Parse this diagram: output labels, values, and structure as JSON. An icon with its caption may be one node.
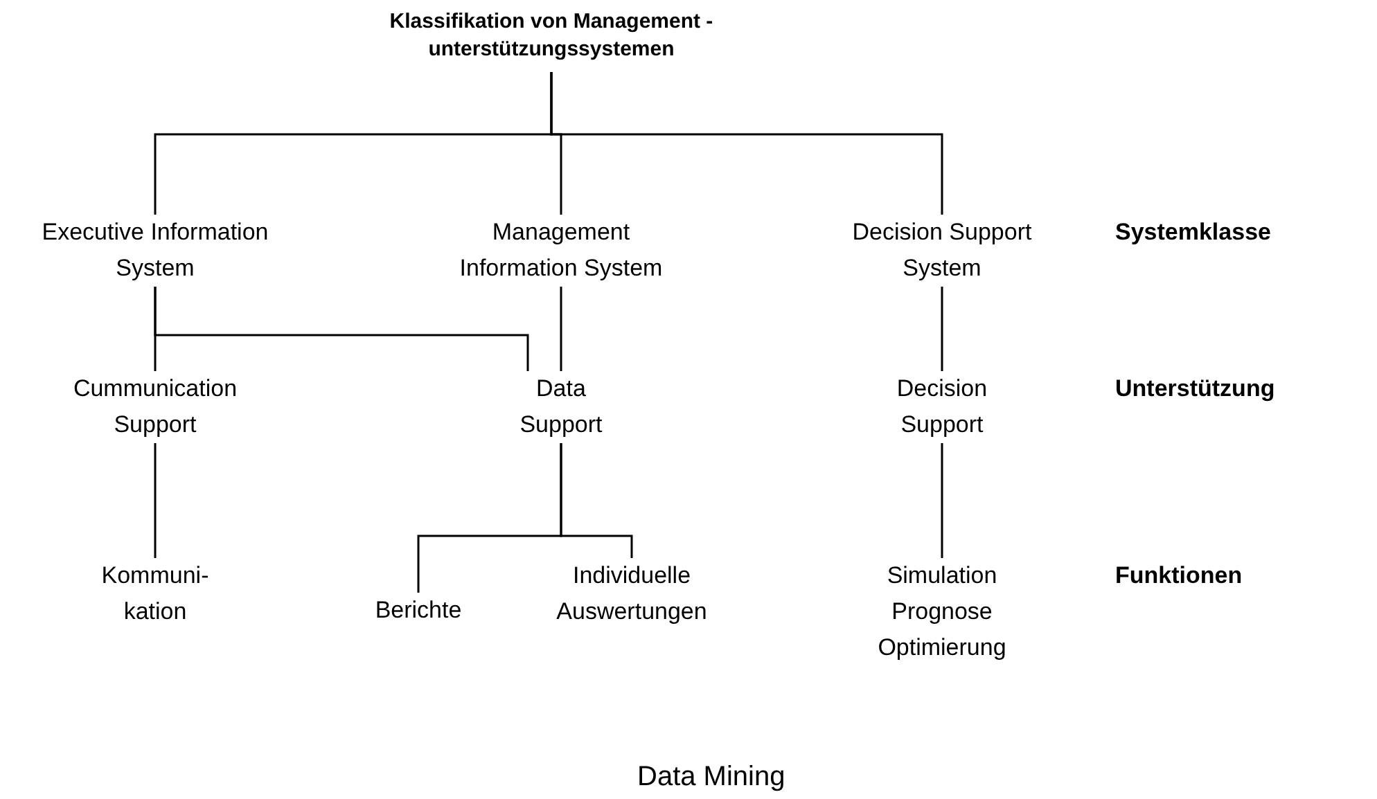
{
  "diagram": {
    "nodes": [
      {
        "text": [
          "Klassifikation von Management - unterstützungssystemen"
        ]
      },
      {
        "text": [
          "Executive Information System"
        ]
      },
      {
        "text": [
          "Management Information System"
        ]
      },
      {
        "text": [
          "Decision Support System"
        ]
      },
      {
        "text": [
          "Cummunication Support"
        ]
      },
      {
        "text": [
          "Data Support"
        ]
      },
      {
        "text": [
          "Decision Support"
        ]
      },
      {
        "text": [
          "Kommuni- kation"
        ]
      },
      {
        "text": [
          "Berichte"
        ]
      },
      {
        "text": [
          "Individuelle Auswertungen"
        ]
      },
      {
        "text": [
          "Simulation Prognose Optimierung"
        ]
      }
    ],
    "edges": [
      {
        "from": 0,
        "to": 1,
        "arrow": "none"
      },
      {
        "from": 0,
        "to": 2,
        "arrow": "none"
      },
      {
        "from": 0,
        "to": 3,
        "arrow": "none"
      },
      {
        "from": 1,
        "to": 4,
        "arrow": "none"
      },
      {
        "from": 1,
        "to": 5,
        "arrow": "none"
      },
      {
        "from": 2,
        "to": 5,
        "arrow": "none"
      },
      {
        "from": 3,
        "to": 6,
        "arrow": "none"
      },
      {
        "from": 4,
        "to": 7,
        "arrow": "none"
      },
      {
        "from": 5,
        "to": 8,
        "arrow": "none"
      },
      {
        "from": 5,
        "to": 9,
        "arrow": "none"
      },
      {
        "from": 6,
        "to": 10,
        "arrow": "none"
      }
    ],
    "labels": [
      "Systemklasse",
      "Unterstützung",
      "Funktionen",
      "Data Mining"
    ]
  }
}
